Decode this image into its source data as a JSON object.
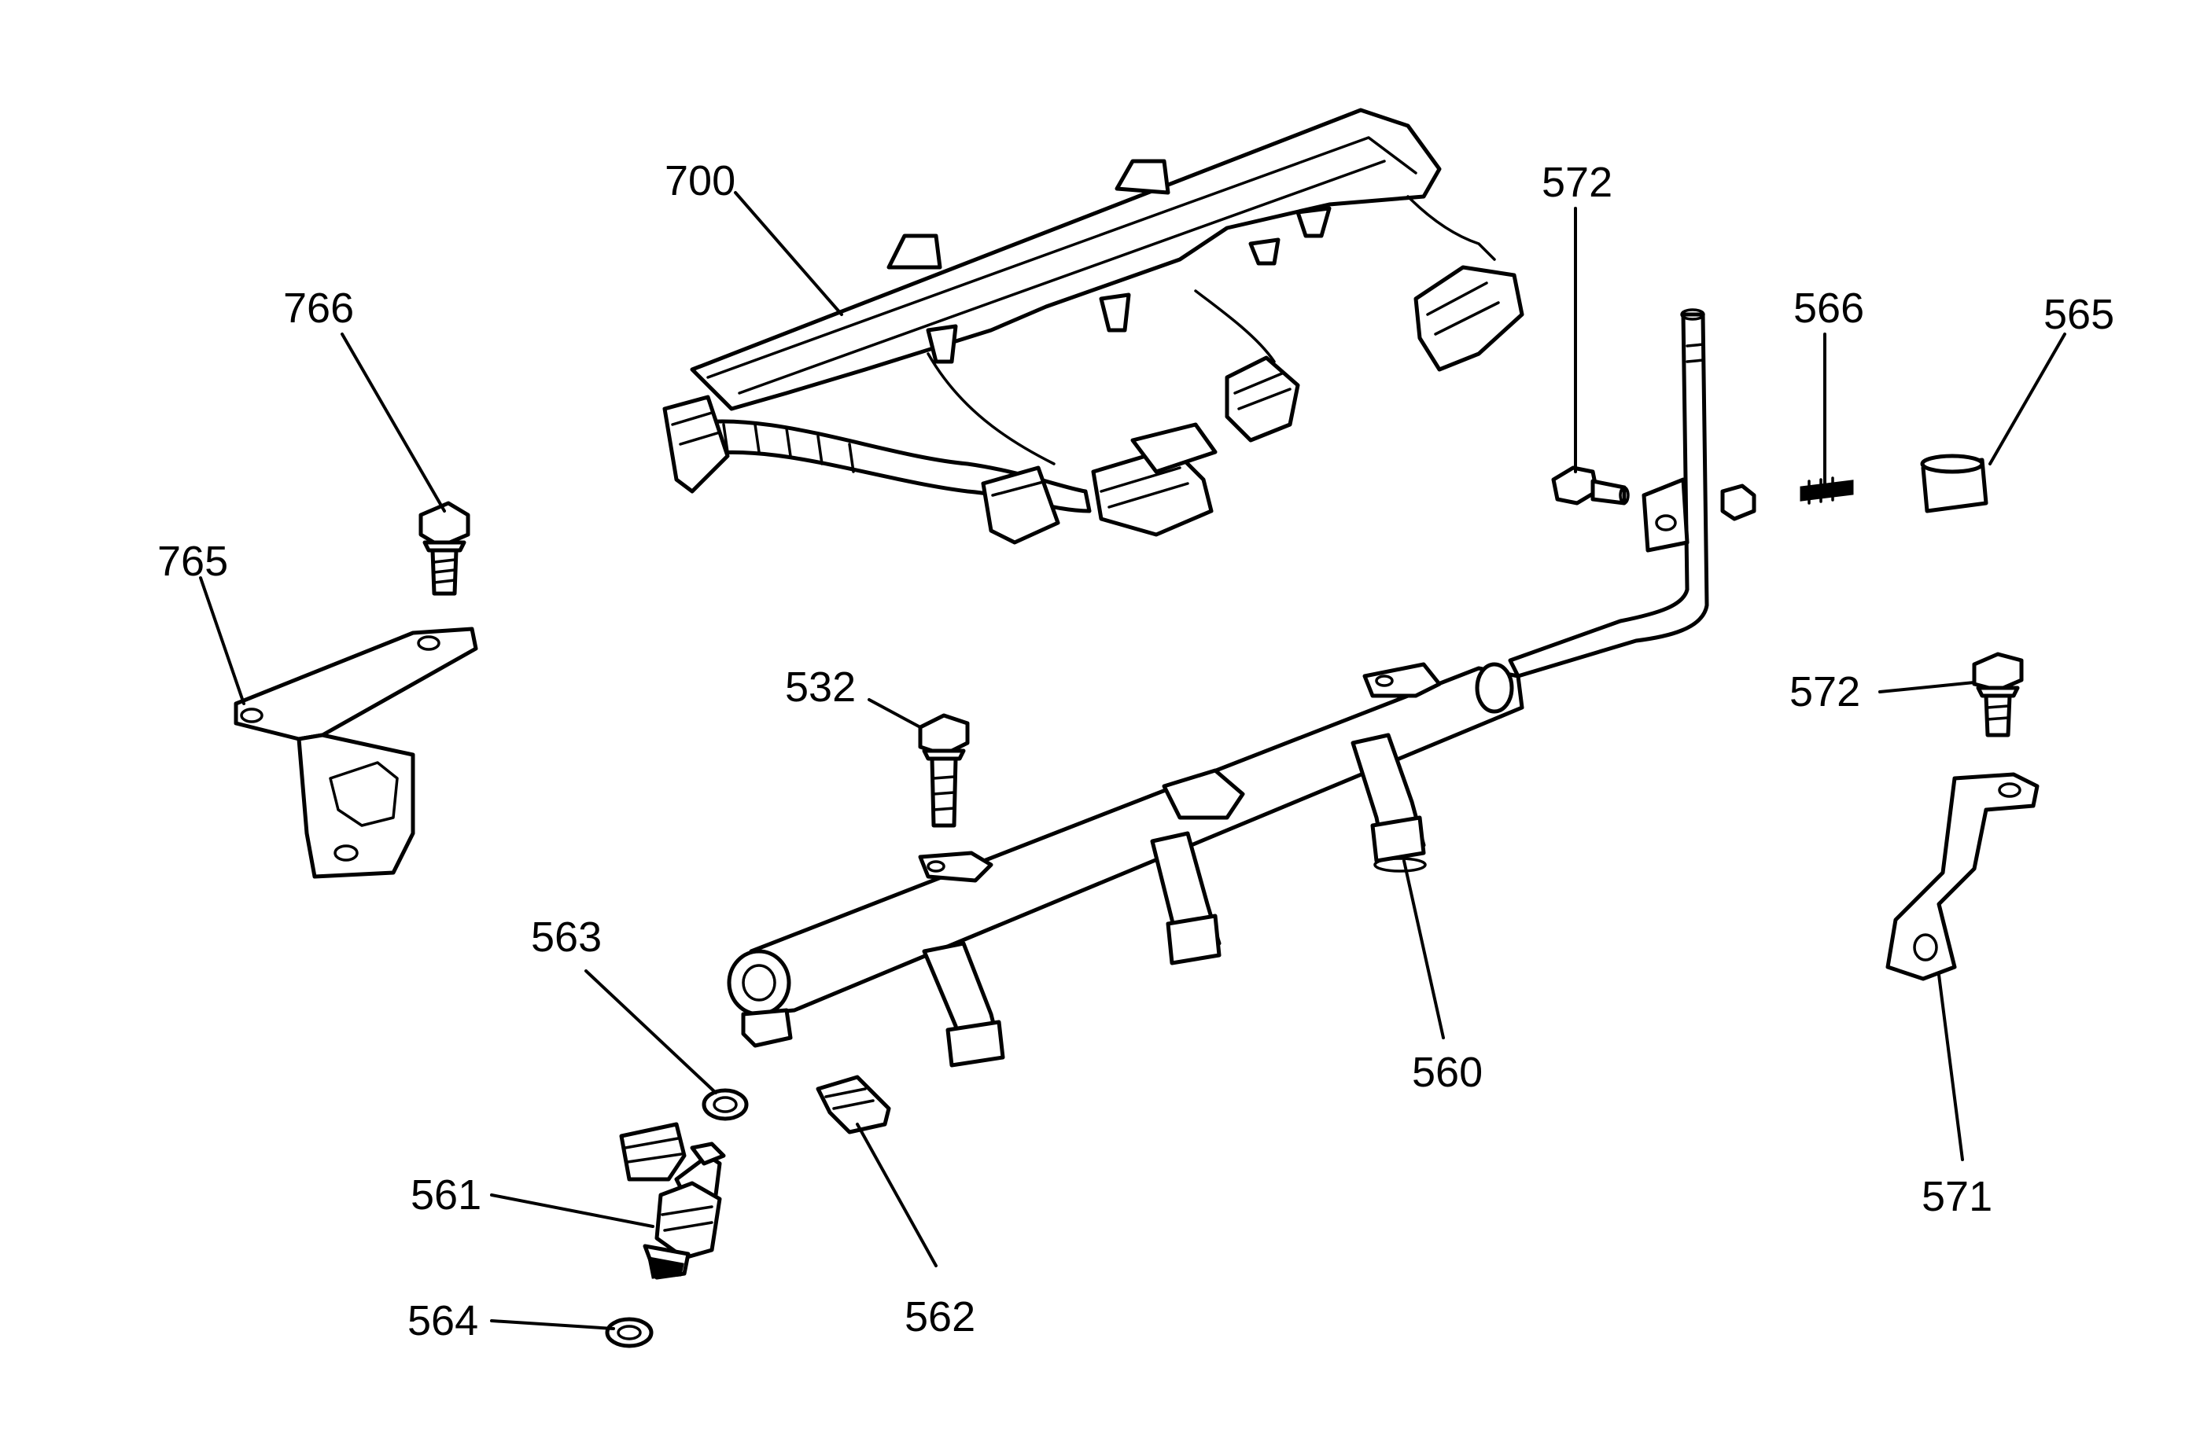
{
  "callouts": {
    "c700": "700",
    "c766": "766",
    "c765": "765",
    "c572a": "572",
    "c566": "566",
    "c565": "565",
    "c532": "532",
    "c572b": "572",
    "c563": "563",
    "c560": "560",
    "c561": "561",
    "c571": "571",
    "c564": "564",
    "c562": "562"
  }
}
